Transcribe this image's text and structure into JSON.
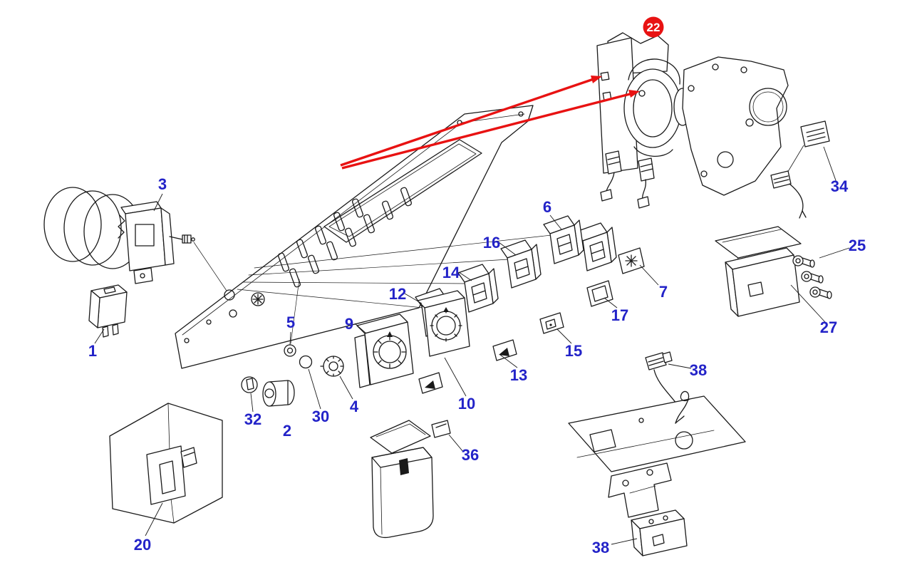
{
  "diagram": {
    "kind": "exploded-parts-diagram",
    "colors": {
      "line": "#1a1a1a",
      "blue": "#2323c8",
      "red": "#e81212",
      "bg": "#ffffff"
    },
    "badge": {
      "label": "22"
    }
  },
  "callouts": [
    {
      "label": "3"
    },
    {
      "label": "1"
    },
    {
      "label": "5"
    },
    {
      "label": "32"
    },
    {
      "label": "2"
    },
    {
      "label": "30"
    },
    {
      "label": "4"
    },
    {
      "label": "9"
    },
    {
      "label": "10"
    },
    {
      "label": "12"
    },
    {
      "label": "13"
    },
    {
      "label": "14"
    },
    {
      "label": "15"
    },
    {
      "label": "16"
    },
    {
      "label": "17"
    },
    {
      "label": "6"
    },
    {
      "label": "7"
    },
    {
      "label": "20"
    },
    {
      "label": "36"
    },
    {
      "label": "38"
    },
    {
      "label": "38"
    },
    {
      "label": "25"
    },
    {
      "label": "27"
    },
    {
      "label": "34"
    }
  ]
}
